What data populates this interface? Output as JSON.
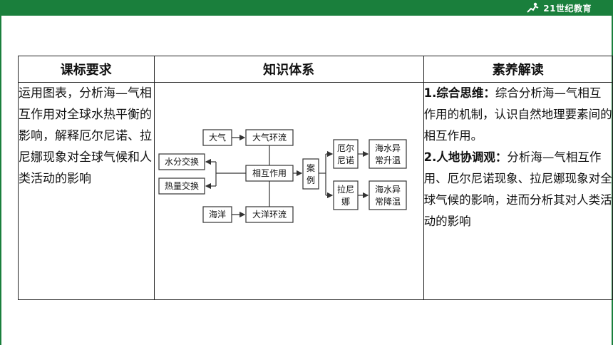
{
  "logo": {
    "text": "21世纪教育"
  },
  "table": {
    "headers": [
      "课标要求",
      "知识体系",
      "素养解读"
    ],
    "requirement": "运用图表，分析海—气相互作用对全球水热平衡的影响，解释厄尔尼诺、拉尼娜现象对全球气候和人类活动的影响",
    "literacy": {
      "p1_title": "1.综合思维：",
      "p1_text": "综合分析海—气相互作用的机制，认识自然地理要素间的相互作用。",
      "p2_title": "2.人地协调观：",
      "p2_text": "分析海—气相互作用、厄尔尼诺现象、拉尼娜现象对全球气候的影响，进而分析其对人类活动的影响"
    }
  },
  "diagram": {
    "daqi": "大气",
    "daqi_huanliu": "大气环流",
    "shuifen": "水分交换",
    "reliang": "热量交换",
    "xianghu": "相互作用",
    "haiyang": "海洋",
    "dayang_huanliu": "大洋环流",
    "anli_1": "案",
    "anli_2": "例",
    "elnino_1": "厄尔",
    "elnino_2": "尼诺",
    "lanina_1": "拉尼",
    "lanina_2": "娜",
    "warm_1": "海水异",
    "warm_2": "常升温",
    "cool_1": "海水异",
    "cool_2": "常降温"
  }
}
